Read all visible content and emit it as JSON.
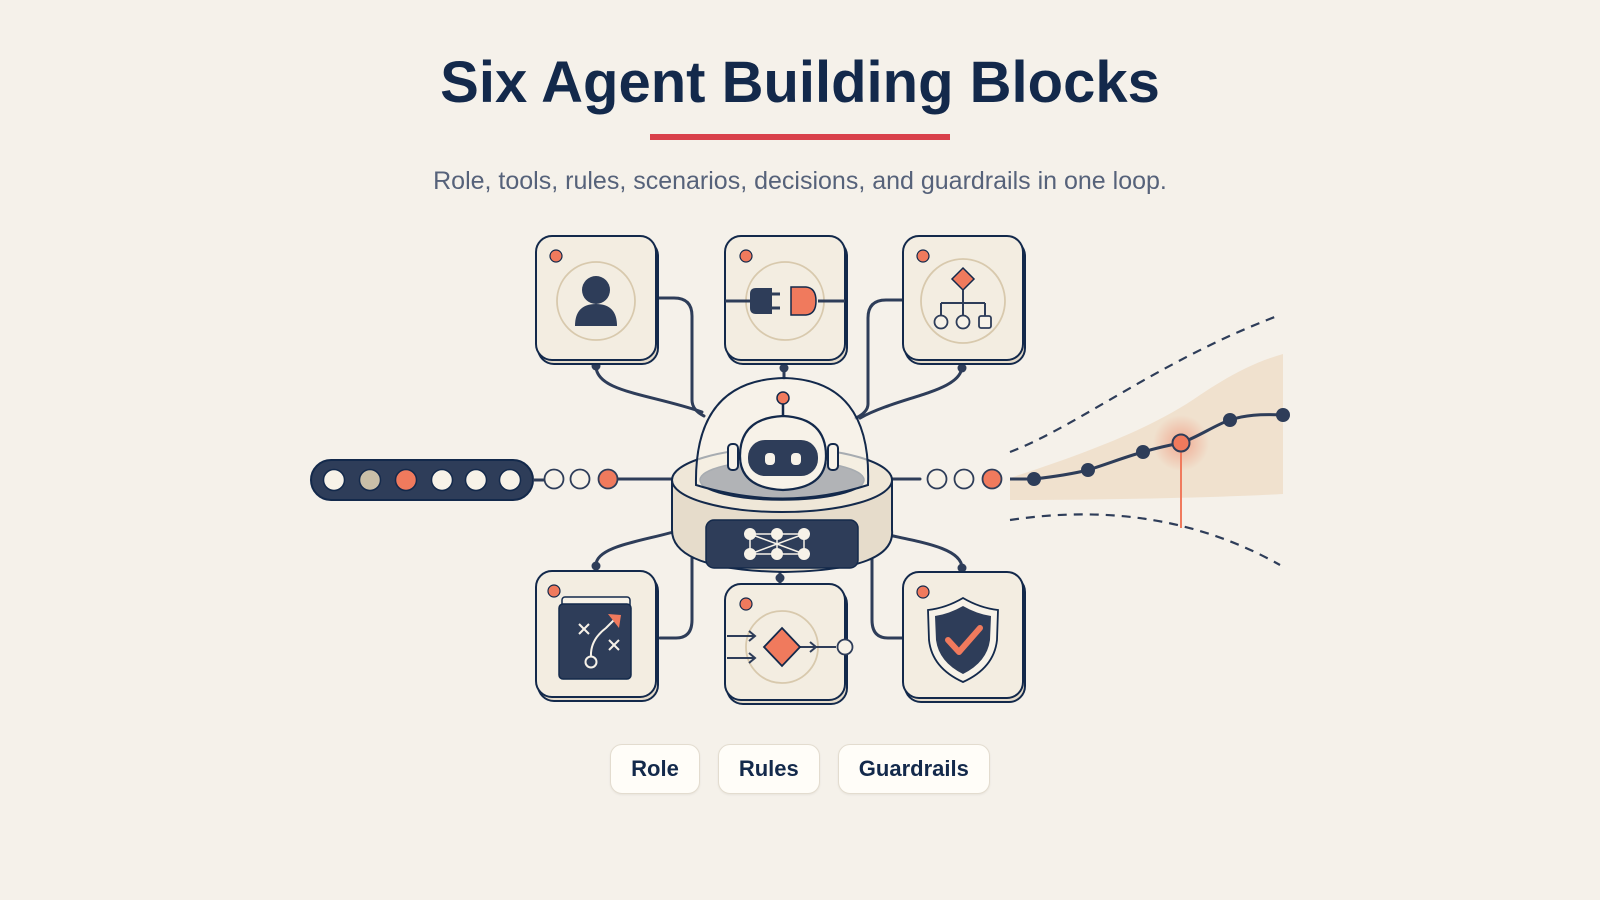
{
  "header": {
    "title": "Six Agent Building Blocks",
    "subtitle": "Role, tools, rules, scenarios, decisions, and guardrails in one loop."
  },
  "colors": {
    "background": "#f5f1ea",
    "navy": "#13294b",
    "dark_slate": "#2e3d59",
    "accent_coral": "#f07a5d",
    "underline_red": "#d9404a",
    "card_fill": "#f3ede1",
    "tan": "#d8c9ad"
  },
  "blocks": [
    {
      "id": "role",
      "icon": "person-icon"
    },
    {
      "id": "tools",
      "icon": "plug-icon"
    },
    {
      "id": "rules",
      "icon": "hierarchy-icon"
    },
    {
      "id": "scenarios",
      "icon": "playbook-icon"
    },
    {
      "id": "decisions",
      "icon": "decision-diamond-icon"
    },
    {
      "id": "guardrails",
      "icon": "shield-check-icon"
    }
  ],
  "center": {
    "icon": "robot-icon"
  },
  "chips": [
    {
      "label": "Role"
    },
    {
      "label": "Rules"
    },
    {
      "label": "Guardrails"
    }
  ]
}
